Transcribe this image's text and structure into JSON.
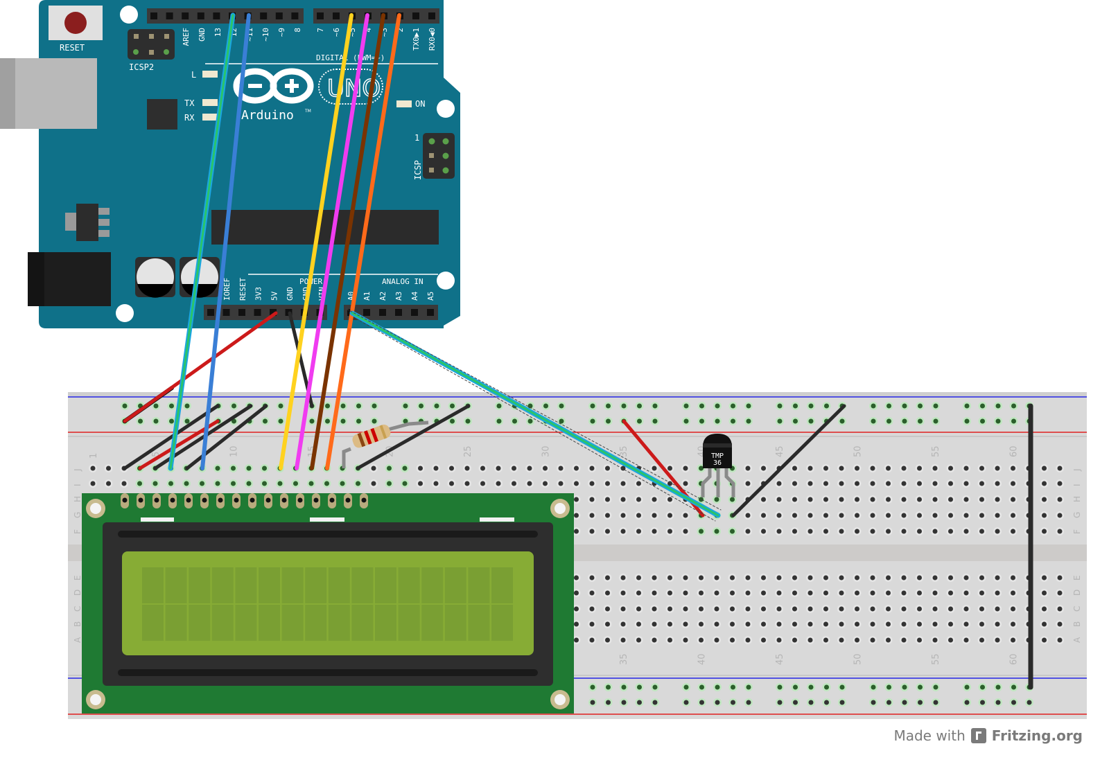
{
  "title": "Arduino Uno + 16x2 LCD + TMP36 temperature sensor breadboard view",
  "arduino": {
    "model_logo": "UNO",
    "brand": "Arduino",
    "trademark": "TM",
    "reset_label": "RESET",
    "icsp2_label": "ICSP2",
    "icsp_label": "ICSP",
    "icsp_pin1": "1",
    "led_labels": {
      "l": "L",
      "tx": "TX",
      "rx": "RX",
      "on": "ON"
    },
    "digital_header_label": "DIGITAL (PWM=~)",
    "digital_pins_left": [
      "AREF",
      "GND",
      "13",
      "12",
      "~11",
      "~10",
      "~9",
      "8"
    ],
    "digital_pins_right": [
      "7",
      "~6",
      "~5",
      "4",
      "~3",
      "2",
      "TX0▶1",
      "RX0◀0"
    ],
    "power_header_label": "POWER",
    "analog_header_label": "ANALOG IN",
    "power_pins": [
      "IOREF",
      "RESET",
      "3V3",
      "5V",
      "GND",
      "GND",
      "VIN"
    ],
    "analog_pins": [
      "A0",
      "A1",
      "A2",
      "A3",
      "A4",
      "A5"
    ]
  },
  "breadboard": {
    "column_numbers": [
      "1",
      "5",
      "10",
      "15",
      "20",
      "25",
      "30",
      "35",
      "40",
      "45",
      "50",
      "55",
      "60"
    ],
    "bottom_column_numbers": [
      "35",
      "40",
      "45",
      "50",
      "55",
      "60"
    ],
    "row_letters_top": [
      "J",
      "I",
      "H",
      "G",
      "F"
    ],
    "row_letters_bottom": [
      "E",
      "D",
      "C",
      "B",
      "A"
    ],
    "columns": 63,
    "colors": {
      "body": "#d9d9d9",
      "rail_red": "#e02020",
      "rail_blue": "#2020e0",
      "hole_active": "#2b5f2b",
      "hole_idle": "#333333"
    }
  },
  "components": {
    "lcd": {
      "name": "LCD 16x2",
      "pins": 16,
      "rows": 2,
      "cols": 16,
      "screen_color": "#87ac35",
      "pcb_color": "#1f7a33"
    },
    "sensor": {
      "name": "TMP36",
      "line1": "TMP",
      "line2": "36"
    },
    "resistor": {
      "name": "Resistor",
      "bands": [
        "#8b4513",
        "#cc0000",
        "#cc0000",
        "#c8a050"
      ]
    }
  },
  "wires": [
    {
      "name": "pin12-to-lcd",
      "color": "#2bc46a",
      "outline": "#1aa6e0"
    },
    {
      "name": "pin11-to-lcd",
      "color": "#3a7fd6"
    },
    {
      "name": "pin5-to-lcd",
      "color": "#ffd21f"
    },
    {
      "name": "pin4-to-lcd",
      "color": "#f03cf0"
    },
    {
      "name": "pin3-to-lcd",
      "color": "#7a3300"
    },
    {
      "name": "pin2-to-lcd",
      "color": "#ff6a1a"
    },
    {
      "name": "5v-to-rail",
      "color": "#cc1a1a"
    },
    {
      "name": "gnd-to-rail",
      "color": "#2a2a2a"
    },
    {
      "name": "a0-to-tmp36",
      "color": "#2bc46a",
      "outline": "#1aa6e0"
    }
  ],
  "footer": {
    "made_with": "Made with",
    "brand": "Fritzing.org"
  }
}
